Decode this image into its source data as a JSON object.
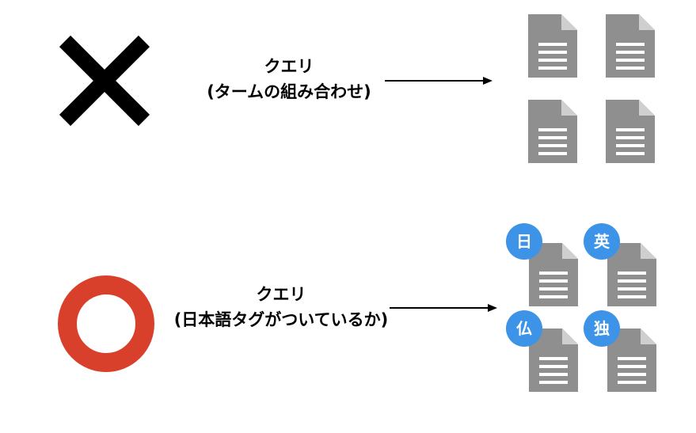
{
  "colors": {
    "cross": "#000000",
    "circle": "#d9402b",
    "document": "#8f8f8f",
    "badge": "#3c93e8",
    "arrow": "#000000"
  },
  "top": {
    "marker_icon": "cross-mark",
    "label_line1": "クエリ",
    "label_line2": "(タームの組み合わせ)"
  },
  "bottom": {
    "marker_icon": "circle-mark",
    "label_line1": "クエリ",
    "label_line2": "(日本語タグがついているか)",
    "badges": [
      "日",
      "英",
      "仏",
      "独"
    ]
  }
}
